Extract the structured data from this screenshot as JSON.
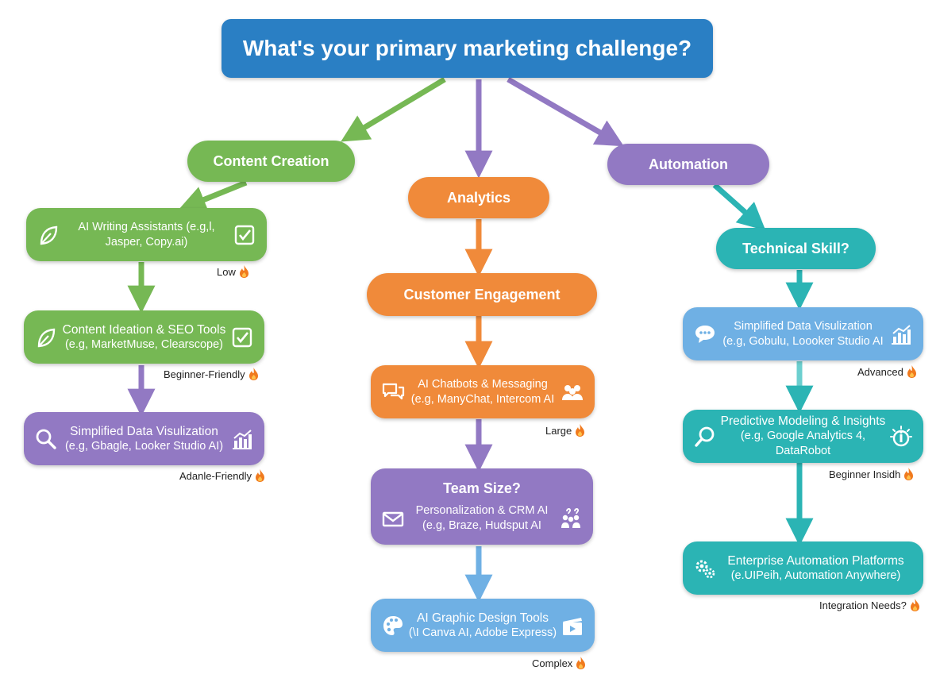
{
  "title": "What's your primary marketing challenge?",
  "branches": {
    "content_creation": "Content Creation",
    "analytics": "Analytics",
    "automation": "Automation"
  },
  "decisions": {
    "customer_engagement": "Customer Engagement",
    "technical_skill": "Technical Skill?",
    "team_size": "Team Size?"
  },
  "cards": {
    "ai_writing": {
      "line1": "AI Writing Assistants (e.g,l,",
      "line2": "Jasper, Copy.ai)",
      "tag": "Low"
    },
    "content_ideation": {
      "line1": "Content Ideation & SEO Tools",
      "line2": "(e.g, MarketMuse, Clearscope)",
      "tag": "Beginner-Friendly"
    },
    "data_viz_left": {
      "line1": "Simplified Data Visulization",
      "line2": "(e.g, Gbagle, Looker Studio AI)",
      "tag": "Adanle-Friendly"
    },
    "chatbots": {
      "line1": "AI Chatbots & Messaging",
      "line2": "(e.g, ManyChat, Intercom AI",
      "tag": "Large"
    },
    "personalization": {
      "line1": "Personalization & CRM AI",
      "line2": "(e.g, Braze, Hudsput AI"
    },
    "graphic_design": {
      "line1": "AI Graphic Design Tools",
      "line2": "(\\I Canva AI, Adobe Express)",
      "tag": "Complex"
    },
    "data_viz_right": {
      "line1": "Simplified Data Visulization",
      "line2": "(e.g, Gobulu, Loooker Studio AI",
      "tag": "Advanced"
    },
    "predictive": {
      "line1": "Predictive Modeling & Insights",
      "line2": "(e.g, Google Analytics 4, DataRobot",
      "tag": "Beginner Insidh"
    },
    "enterprise": {
      "line1": "Enterprise Automation Platforms",
      "line2": "(e.UIPeih, Automation Anywhere)",
      "tag": "Integration Needs?"
    }
  },
  "icons": {
    "leaf": "leaf-icon",
    "check": "checkbox-icon",
    "search": "magnifier-icon",
    "chart": "bar-chart-icon",
    "chat": "chat-bubbles-icon",
    "people": "people-icon",
    "mail": "envelope-icon",
    "palette": "palette-icon",
    "video": "clapperboard-icon",
    "speech": "speech-bubble-icon",
    "robot": "robot-icon",
    "gears": "gears-icon",
    "fire": "fire-icon"
  },
  "colors": {
    "title": "#2a7fc4",
    "green": "#76b854",
    "orange": "#f08a3a",
    "purple": "#9279c3",
    "teal": "#2bb4b4",
    "blue": "#6fb0e4",
    "fire": "#f07a1e"
  }
}
